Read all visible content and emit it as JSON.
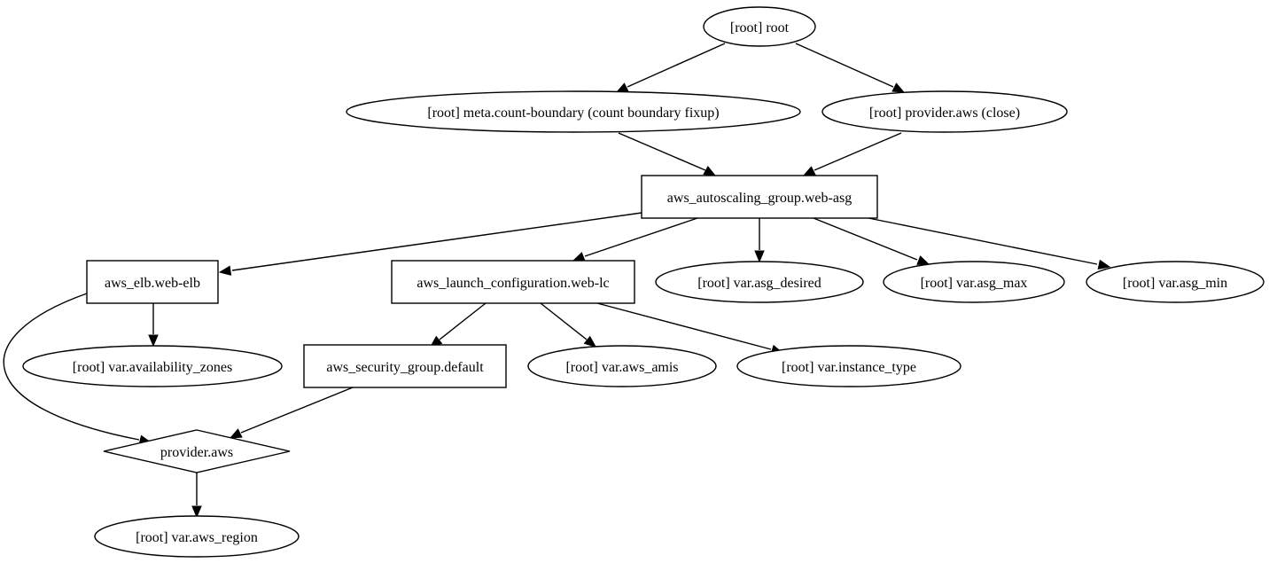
{
  "graph": {
    "nodes": [
      {
        "id": "root",
        "label": "[root] root",
        "shape": "ellipse"
      },
      {
        "id": "meta",
        "label": "[root] meta.count-boundary (count boundary fixup)",
        "shape": "ellipse"
      },
      {
        "id": "provclose",
        "label": "[root] provider.aws (close)",
        "shape": "ellipse"
      },
      {
        "id": "asg",
        "label": "aws_autoscaling_group.web-asg",
        "shape": "box"
      },
      {
        "id": "elb",
        "label": "aws_elb.web-elb",
        "shape": "box"
      },
      {
        "id": "lc",
        "label": "aws_launch_configuration.web-lc",
        "shape": "box"
      },
      {
        "id": "desired",
        "label": "[root] var.asg_desired",
        "shape": "ellipse"
      },
      {
        "id": "max",
        "label": "[root] var.asg_max",
        "shape": "ellipse"
      },
      {
        "id": "min",
        "label": "[root] var.asg_min",
        "shape": "ellipse"
      },
      {
        "id": "zones",
        "label": "[root] var.availability_zones",
        "shape": "ellipse"
      },
      {
        "id": "sg",
        "label": "aws_security_group.default",
        "shape": "box"
      },
      {
        "id": "amis",
        "label": "[root] var.aws_amis",
        "shape": "ellipse"
      },
      {
        "id": "itype",
        "label": "[root] var.instance_type",
        "shape": "ellipse"
      },
      {
        "id": "prov",
        "label": "provider.aws",
        "shape": "diamond"
      },
      {
        "id": "region",
        "label": "[root] var.aws_region",
        "shape": "ellipse"
      }
    ],
    "edges": [
      {
        "from": "root",
        "to": "meta"
      },
      {
        "from": "root",
        "to": "provclose"
      },
      {
        "from": "meta",
        "to": "asg"
      },
      {
        "from": "provclose",
        "to": "asg"
      },
      {
        "from": "asg",
        "to": "elb"
      },
      {
        "from": "asg",
        "to": "lc"
      },
      {
        "from": "asg",
        "to": "desired"
      },
      {
        "from": "asg",
        "to": "max"
      },
      {
        "from": "asg",
        "to": "min"
      },
      {
        "from": "elb",
        "to": "zones"
      },
      {
        "from": "elb",
        "to": "prov"
      },
      {
        "from": "lc",
        "to": "sg"
      },
      {
        "from": "lc",
        "to": "amis"
      },
      {
        "from": "lc",
        "to": "itype"
      },
      {
        "from": "sg",
        "to": "prov"
      },
      {
        "from": "prov",
        "to": "region"
      }
    ]
  }
}
